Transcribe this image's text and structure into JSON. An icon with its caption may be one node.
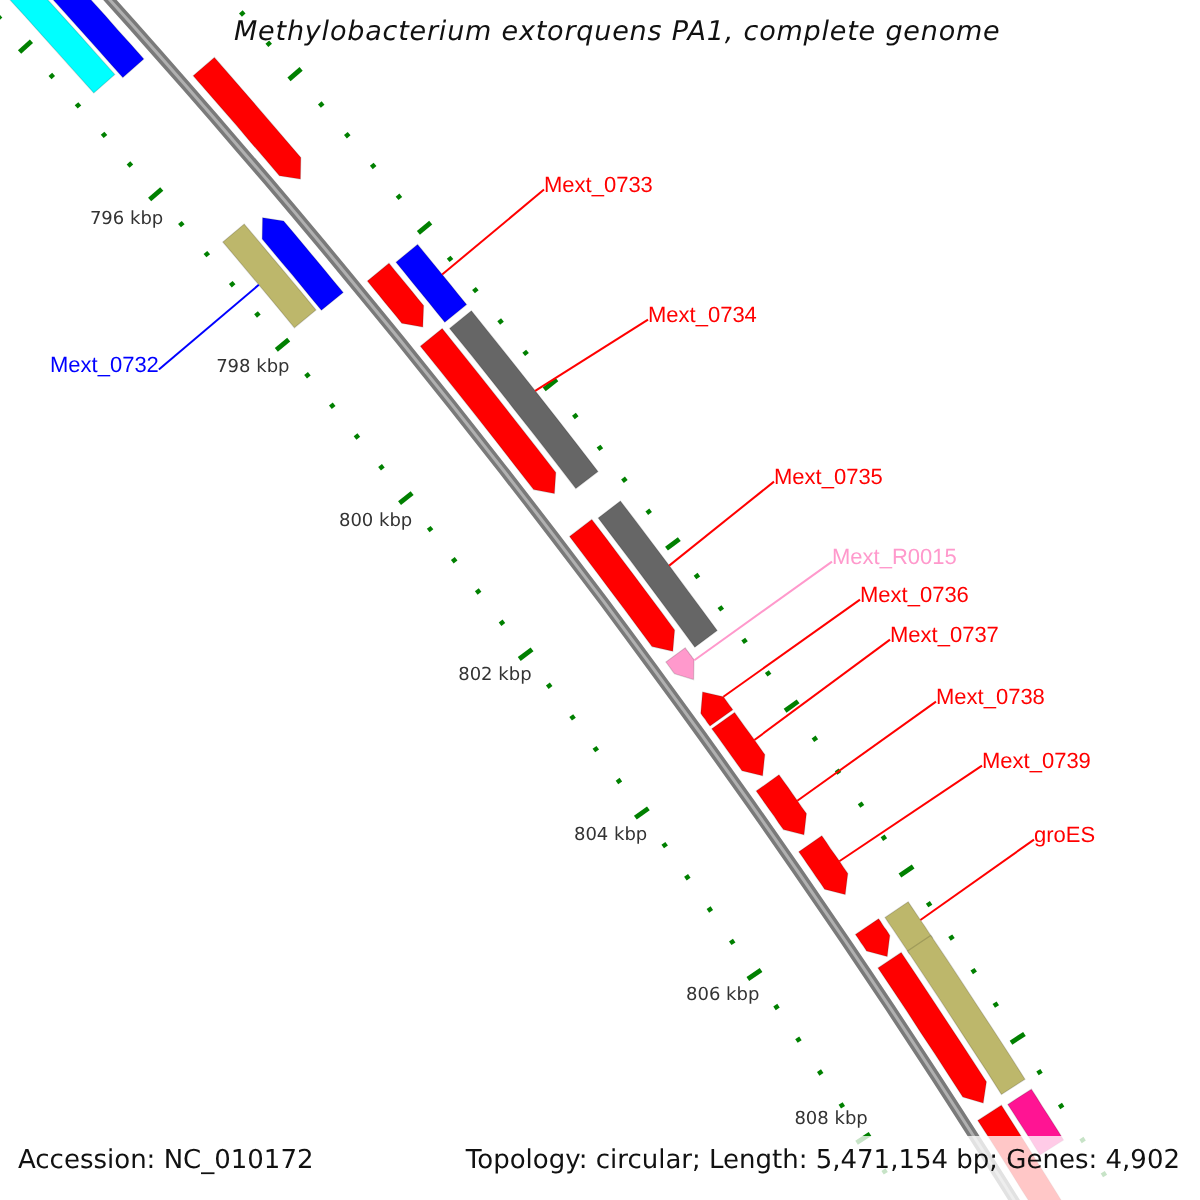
{
  "diagram": {
    "title": "Methylobacterium extorquens PA1, complete genome",
    "nodes": [
      {
        "text": [
          "Mext_0733"
        ]
      },
      {
        "text": [
          "Mext_0734"
        ]
      },
      {
        "text": [
          "Mext_0732"
        ]
      },
      {
        "text": [
          "Mext_0735"
        ]
      },
      {
        "text": [
          "Mext_R0015"
        ]
      },
      {
        "text": [
          "Mext_0736"
        ]
      },
      {
        "text": [
          "Mext_0737"
        ]
      },
      {
        "text": [
          "Mext_0738"
        ]
      },
      {
        "text": [
          "Mext_0739"
        ]
      },
      {
        "text": [
          "groES"
        ]
      },
      {
        "text": [],
        "shape": "bar"
      },
      {
        "text": [],
        "shape": "bar"
      },
      {
        "text": [],
        "shape": "arrow"
      },
      {
        "text": [],
        "shape": "arrow"
      },
      {
        "text": [],
        "shape": "bar"
      },
      {
        "text": [],
        "shape": "bar"
      },
      {
        "text": [],
        "shape": "arrow"
      },
      {
        "text": [],
        "shape": "bar"
      },
      {
        "text": [],
        "shape": "arrow"
      },
      {
        "text": [],
        "shape": "bar"
      },
      {
        "text": [],
        "shape": "arrow"
      },
      {
        "text": [],
        "shape": "arrow"
      },
      {
        "text": [],
        "shape": "arrow"
      },
      {
        "text": [],
        "shape": "arrow"
      },
      {
        "text": [],
        "shape": "arrow"
      },
      {
        "text": [],
        "shape": "arrow"
      },
      {
        "text": [],
        "shape": "bar"
      },
      {
        "text": [],
        "shape": "arrow"
      },
      {
        "text": [],
        "shape": "arrow"
      },
      {
        "text": [],
        "shape": "bar"
      },
      {
        "text": [],
        "shape": "bar"
      },
      {
        "text": [],
        "shape": "arrow"
      }
    ],
    "edges": [
      {
        "from": 0,
        "to": 15,
        "arrow": "none"
      },
      {
        "from": 1,
        "to": 17,
        "arrow": "none"
      },
      {
        "from": 2,
        "to": 14,
        "arrow": "none",
        "color": "#0000ff"
      },
      {
        "from": 3,
        "to": 19,
        "arrow": "none"
      },
      {
        "from": 4,
        "to": 21,
        "arrow": "none",
        "color": "#ff99cc"
      },
      {
        "from": 5,
        "to": 22,
        "arrow": "none"
      },
      {
        "from": 6,
        "to": 23,
        "arrow": "none"
      },
      {
        "from": 7,
        "to": 24,
        "arrow": "none"
      },
      {
        "from": 8,
        "to": 25,
        "arrow": "none"
      },
      {
        "from": 9,
        "to": 26,
        "arrow": "none"
      }
    ],
    "labels": [
      "796 kbp",
      "798 kbp",
      "800 kbp",
      "802 kbp",
      "804 kbp",
      "806 kbp",
      "808 kbp",
      "Accession: NC_010172",
      "Topology: circular; Length: 5,471,154 bp; Genes: 4,902"
    ]
  }
}
